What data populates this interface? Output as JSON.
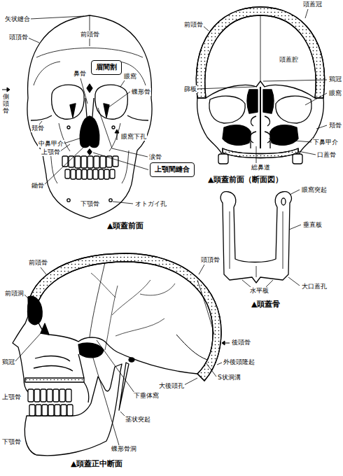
{
  "diagram": {
    "nodes": [
      {
        "text": [
          "眉間割"
        ]
      },
      {
        "text": [
          "上顎間縫合"
        ]
      }
    ],
    "labels": [
      "矢状縫合",
      "頭頂骨",
      "前頭骨",
      "鼻骨",
      "眼窩",
      "蝶形骨",
      "側頭骨",
      "頬骨",
      "中鼻甲介",
      "眼窩下孔",
      "上顎骨",
      "涙骨",
      "鋤骨",
      "下顎骨",
      "オトガイ孔",
      "▲頭蓋前面",
      "頭蓋冠",
      "前頭骨",
      "頭蓋腔",
      "篩板",
      "鶏冠",
      "眼窩",
      "頬骨",
      "下鼻甲介",
      "口蓋骨",
      "総鼻道",
      "▲頭蓋前面（断面図）",
      "眼窩突起",
      "垂直板",
      "水平板",
      "大口蓋孔",
      "▲頭蓋骨",
      "前頭骨",
      "頭頂骨",
      "前頭洞",
      "鶏冠",
      "後頭骨",
      "外後頭隆起",
      "S状洞溝",
      "大後頭孔",
      "下垂体窩",
      "上顎骨",
      "茎状突起",
      "下顎骨",
      "蝶形骨洞",
      "▲頭蓋正中断面"
    ]
  }
}
